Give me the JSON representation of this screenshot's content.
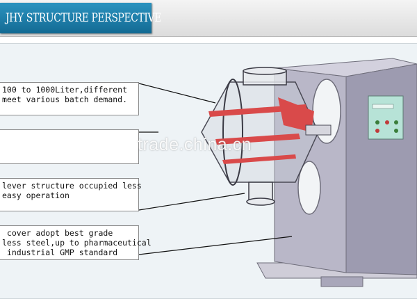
{
  "header": {
    "title": "JHY STRUCTURE PERSPECTIVE"
  },
  "callouts": [
    "100 to 1000Liter,different\nmeet various batch demand.",
    "",
    "lever structure occupied less\neasy operation",
    " cover adopt best grade\nless steel,up to pharmaceutical\n industrial GMP standard"
  ],
  "watermark": "trade.china.cn",
  "colors": {
    "header_blue": "#1f80ad",
    "panel_bg": "#eef3f6",
    "machine_body": "#a9a7ba",
    "accent_red": "#d94a4a"
  }
}
